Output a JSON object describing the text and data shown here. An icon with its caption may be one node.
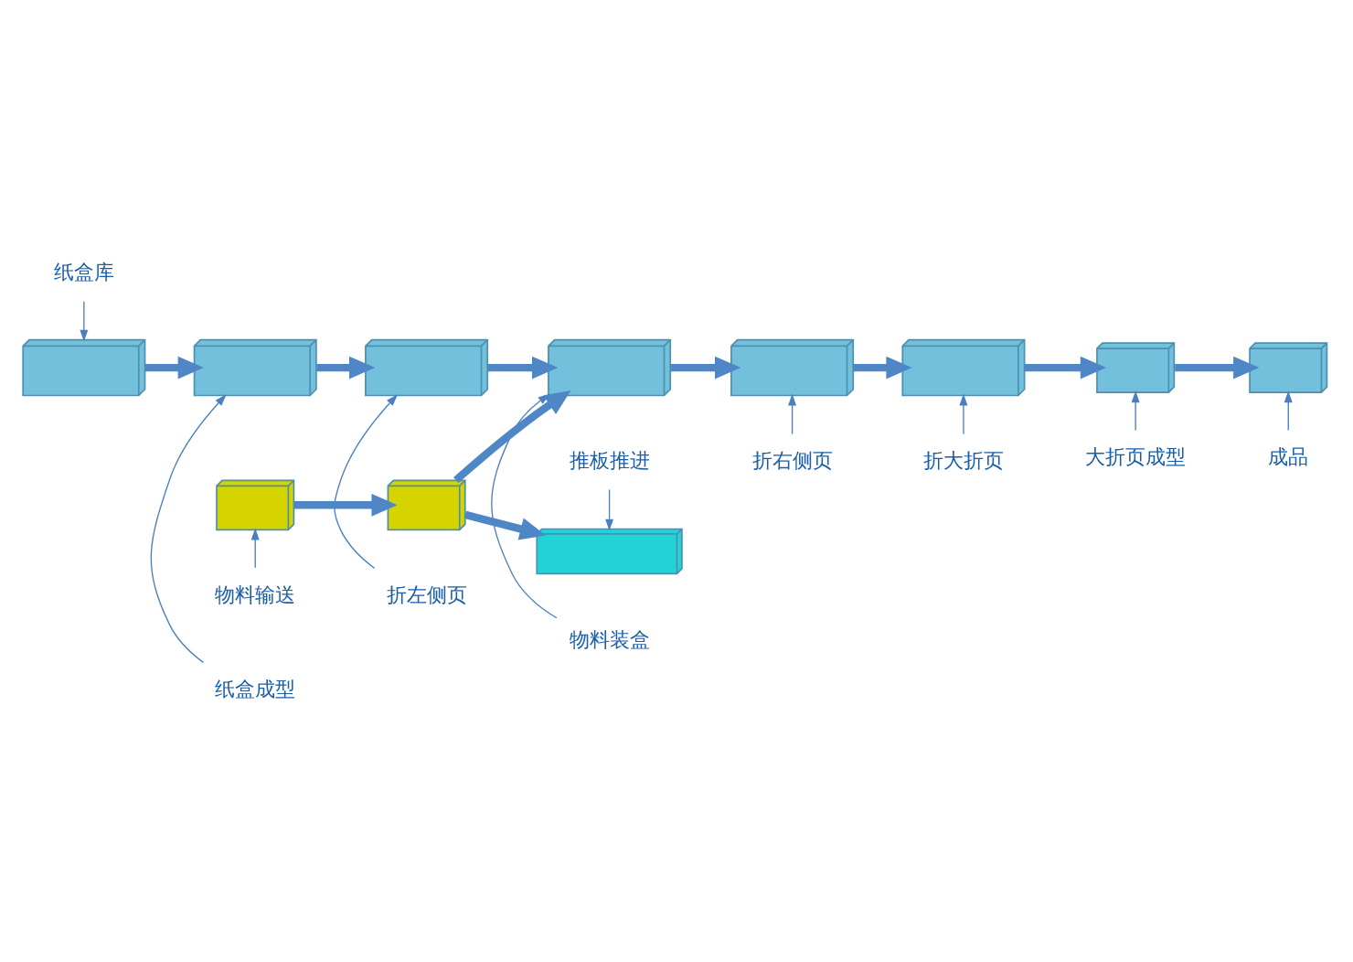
{
  "diagram": {
    "nodes": [
      {
        "text": [
          "纸盒库"
        ]
      },
      {
        "text": [
          "纸盒成型"
        ]
      },
      {
        "text": [
          "折左侧页"
        ]
      },
      {
        "text": [
          "物料装盒"
        ]
      },
      {
        "text": [
          "折右侧页"
        ]
      },
      {
        "text": [
          "折大折页"
        ]
      },
      {
        "text": [
          "大折页成型"
        ]
      },
      {
        "text": [
          "成品"
        ]
      },
      {
        "text": [
          "推板推进"
        ]
      },
      {
        "text": [
          "物料输送"
        ]
      },
      {
        "text": [],
        "shape": "picture"
      },
      {
        "text": [],
        "shape": "picture"
      },
      {
        "text": [],
        "shape": "picture"
      },
      {
        "text": [],
        "shape": "picture"
      },
      {
        "text": [],
        "shape": "picture"
      },
      {
        "text": [],
        "shape": "picture"
      },
      {
        "text": [],
        "shape": "box"
      },
      {
        "text": [],
        "shape": "box"
      },
      {
        "text": [],
        "shape": "box"
      },
      {
        "text": [],
        "shape": "box"
      },
      {
        "text": [],
        "shape": "bar"
      }
    ],
    "edges": [
      {
        "from": 0,
        "to": 10,
        "arrow": "to"
      },
      {
        "from": 1,
        "to": 11,
        "arrow": "to"
      },
      {
        "from": 2,
        "to": 12,
        "arrow": "to"
      },
      {
        "from": 3,
        "to": 13,
        "arrow": "to"
      },
      {
        "from": 4,
        "to": 14,
        "arrow": "to"
      },
      {
        "from": 5,
        "to": 15,
        "arrow": "to"
      },
      {
        "from": 6,
        "to": 16,
        "arrow": "to"
      },
      {
        "from": 7,
        "to": 17,
        "arrow": "to"
      },
      {
        "from": 8,
        "to": 20,
        "arrow": "to"
      },
      {
        "from": 9,
        "to": 18,
        "arrow": "to"
      },
      {
        "from": 10,
        "to": 11,
        "arrow": "to",
        "style": "thick",
        "color": "#4f86c6"
      },
      {
        "from": 11,
        "to": 12,
        "arrow": "to",
        "style": "thick",
        "color": "#4f86c6"
      },
      {
        "from": 12,
        "to": 13,
        "arrow": "to",
        "style": "thick",
        "color": "#4f86c6"
      },
      {
        "from": 13,
        "to": 14,
        "arrow": "to",
        "style": "thick",
        "color": "#4f86c6"
      },
      {
        "from": 14,
        "to": 15,
        "arrow": "to",
        "style": "thick",
        "color": "#4f86c6"
      },
      {
        "from": 15,
        "to": 16,
        "arrow": "to",
        "style": "thick",
        "color": "#4f86c6"
      },
      {
        "from": 16,
        "to": 17,
        "arrow": "to",
        "style": "thick",
        "color": "#4f86c6"
      },
      {
        "from": 18,
        "to": 19,
        "arrow": "to",
        "style": "thick",
        "color": "#4f86c6"
      },
      {
        "from": 19,
        "to": 13,
        "arrow": "to",
        "style": "thick",
        "color": "#4f86c6"
      },
      {
        "from": 19,
        "to": 20,
        "arrow": "to",
        "style": "thick",
        "color": "#4f86c6"
      }
    ]
  }
}
